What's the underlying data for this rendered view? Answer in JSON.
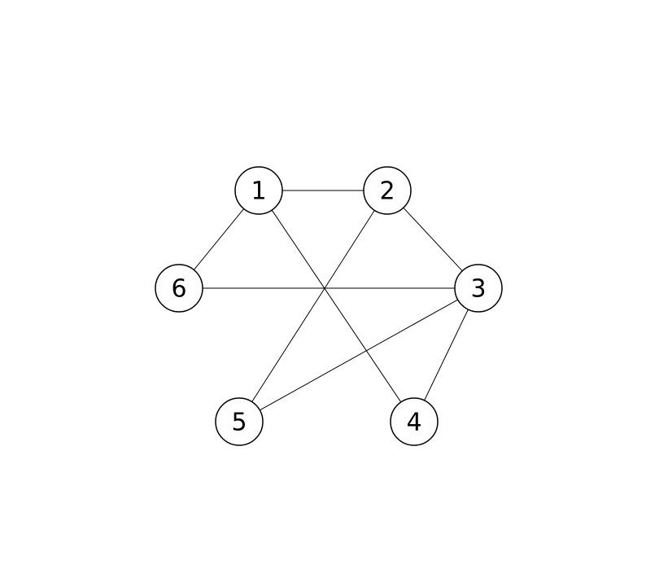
{
  "graph": {
    "nodes": [
      {
        "id": "1",
        "label": "1"
      },
      {
        "id": "2",
        "label": "2"
      },
      {
        "id": "3",
        "label": "3"
      },
      {
        "id": "4",
        "label": "4"
      },
      {
        "id": "5",
        "label": "5"
      },
      {
        "id": "6",
        "label": "6"
      }
    ],
    "edges": [
      {
        "from": "1",
        "to": "2"
      },
      {
        "from": "1",
        "to": "6"
      },
      {
        "from": "1",
        "to": "4"
      },
      {
        "from": "2",
        "to": "3"
      },
      {
        "from": "2",
        "to": "5"
      },
      {
        "from": "6",
        "to": "3"
      },
      {
        "from": "3",
        "to": "5"
      },
      {
        "from": "3",
        "to": "4"
      }
    ],
    "colors": {
      "stroke": "#000000",
      "node_fill": "#ffffff",
      "background": "#ffffff"
    }
  }
}
